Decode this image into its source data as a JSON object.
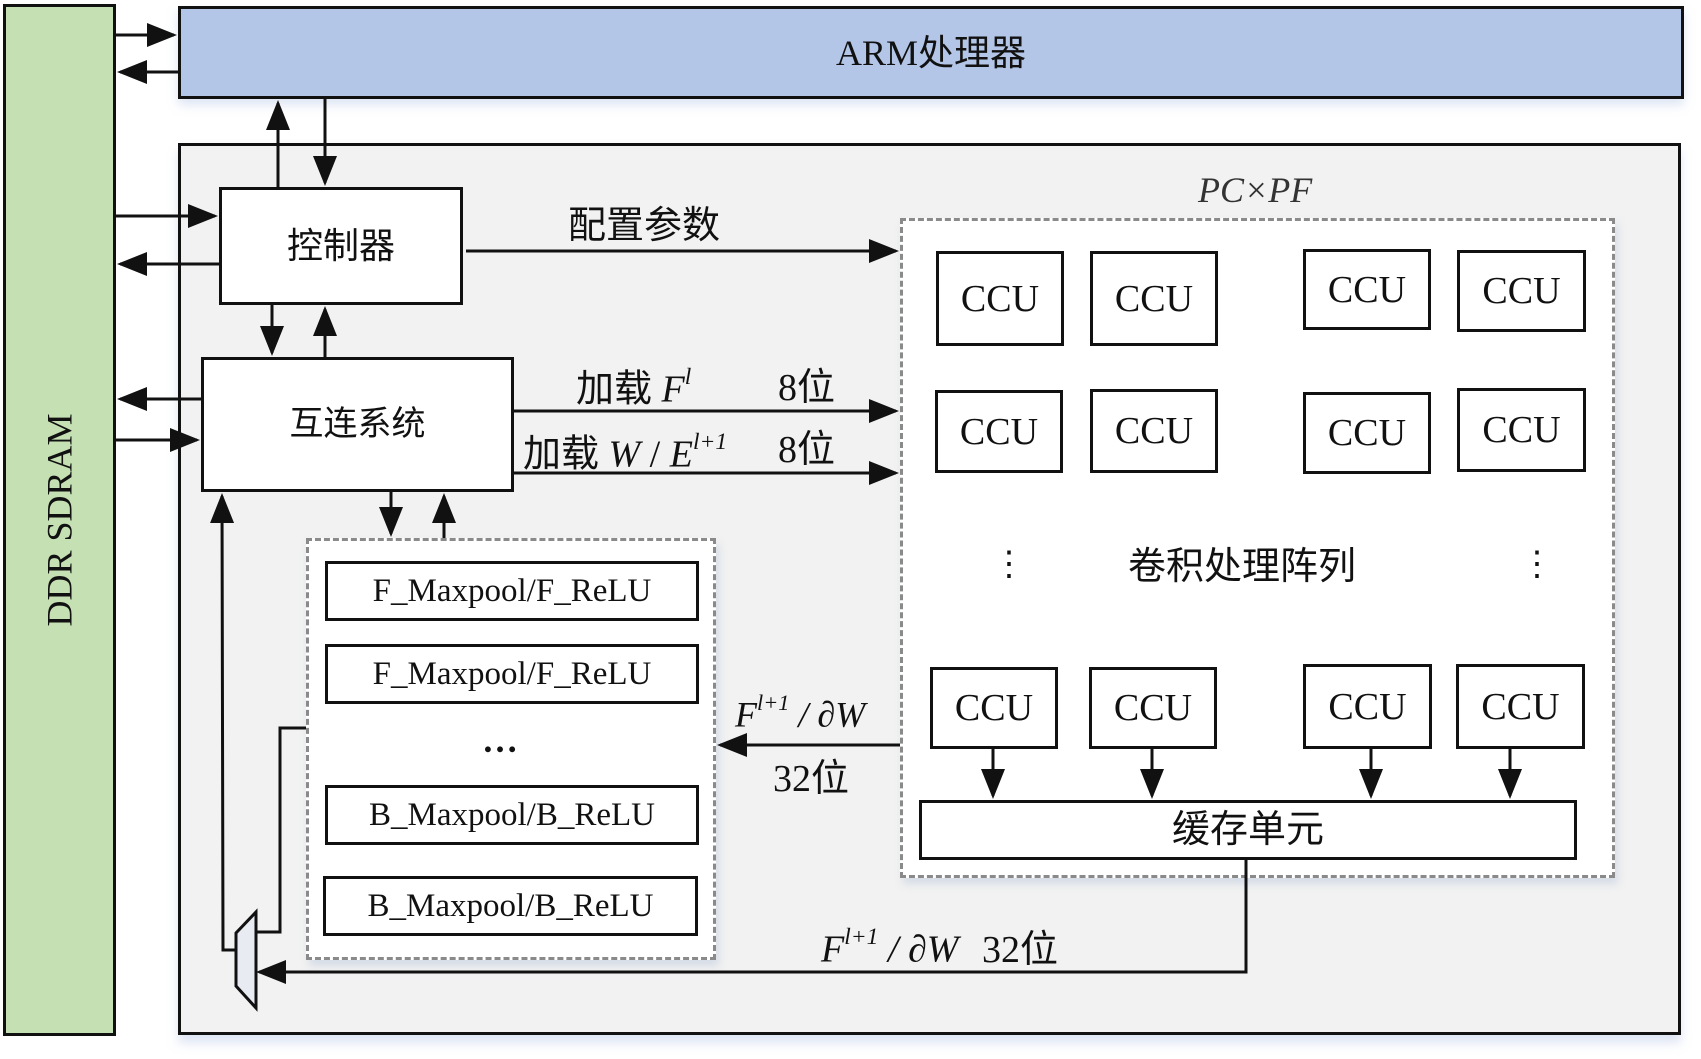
{
  "ddr": {
    "label": "DDR SDRAM"
  },
  "arm": {
    "label": "ARM处理器"
  },
  "controller": {
    "label": "控制器"
  },
  "interconnect": {
    "label": "互连系统"
  },
  "config_params": {
    "label": "配置参数"
  },
  "load_f": {
    "prefix": "加载",
    "var": "F",
    "sup": "l",
    "bits": "8位"
  },
  "load_we": {
    "prefix": "加载",
    "var1": "W",
    "sep": " / ",
    "var2": "E",
    "sup": "l+1",
    "bits": "8位"
  },
  "array": {
    "dims_label": "PC×PF",
    "title": "卷积处理阵列",
    "ccu_label": "CCU",
    "vertical_ellipsis": "⋮",
    "cache_label": "缓存单元"
  },
  "pool": {
    "units": [
      "F_Maxpool/F_ReLU",
      "F_Maxpool/F_ReLU",
      "B_Maxpool/B_ReLU",
      "B_Maxpool/B_ReLU"
    ],
    "ellipsis": "…"
  },
  "feedback_mid": {
    "var": "F",
    "sup": "l+1",
    "rest": " / ∂W",
    "bits": "32位"
  },
  "feedback_bottom": {
    "var": "F",
    "sup": "l+1",
    "rest": " / ∂W",
    "bits": "32位"
  },
  "colors": {
    "ddr_fill": "#c5e0b3",
    "arm_fill": "#b4c6e7",
    "system_fill": "#f2f2f2",
    "dash": "#8a8a8a"
  }
}
